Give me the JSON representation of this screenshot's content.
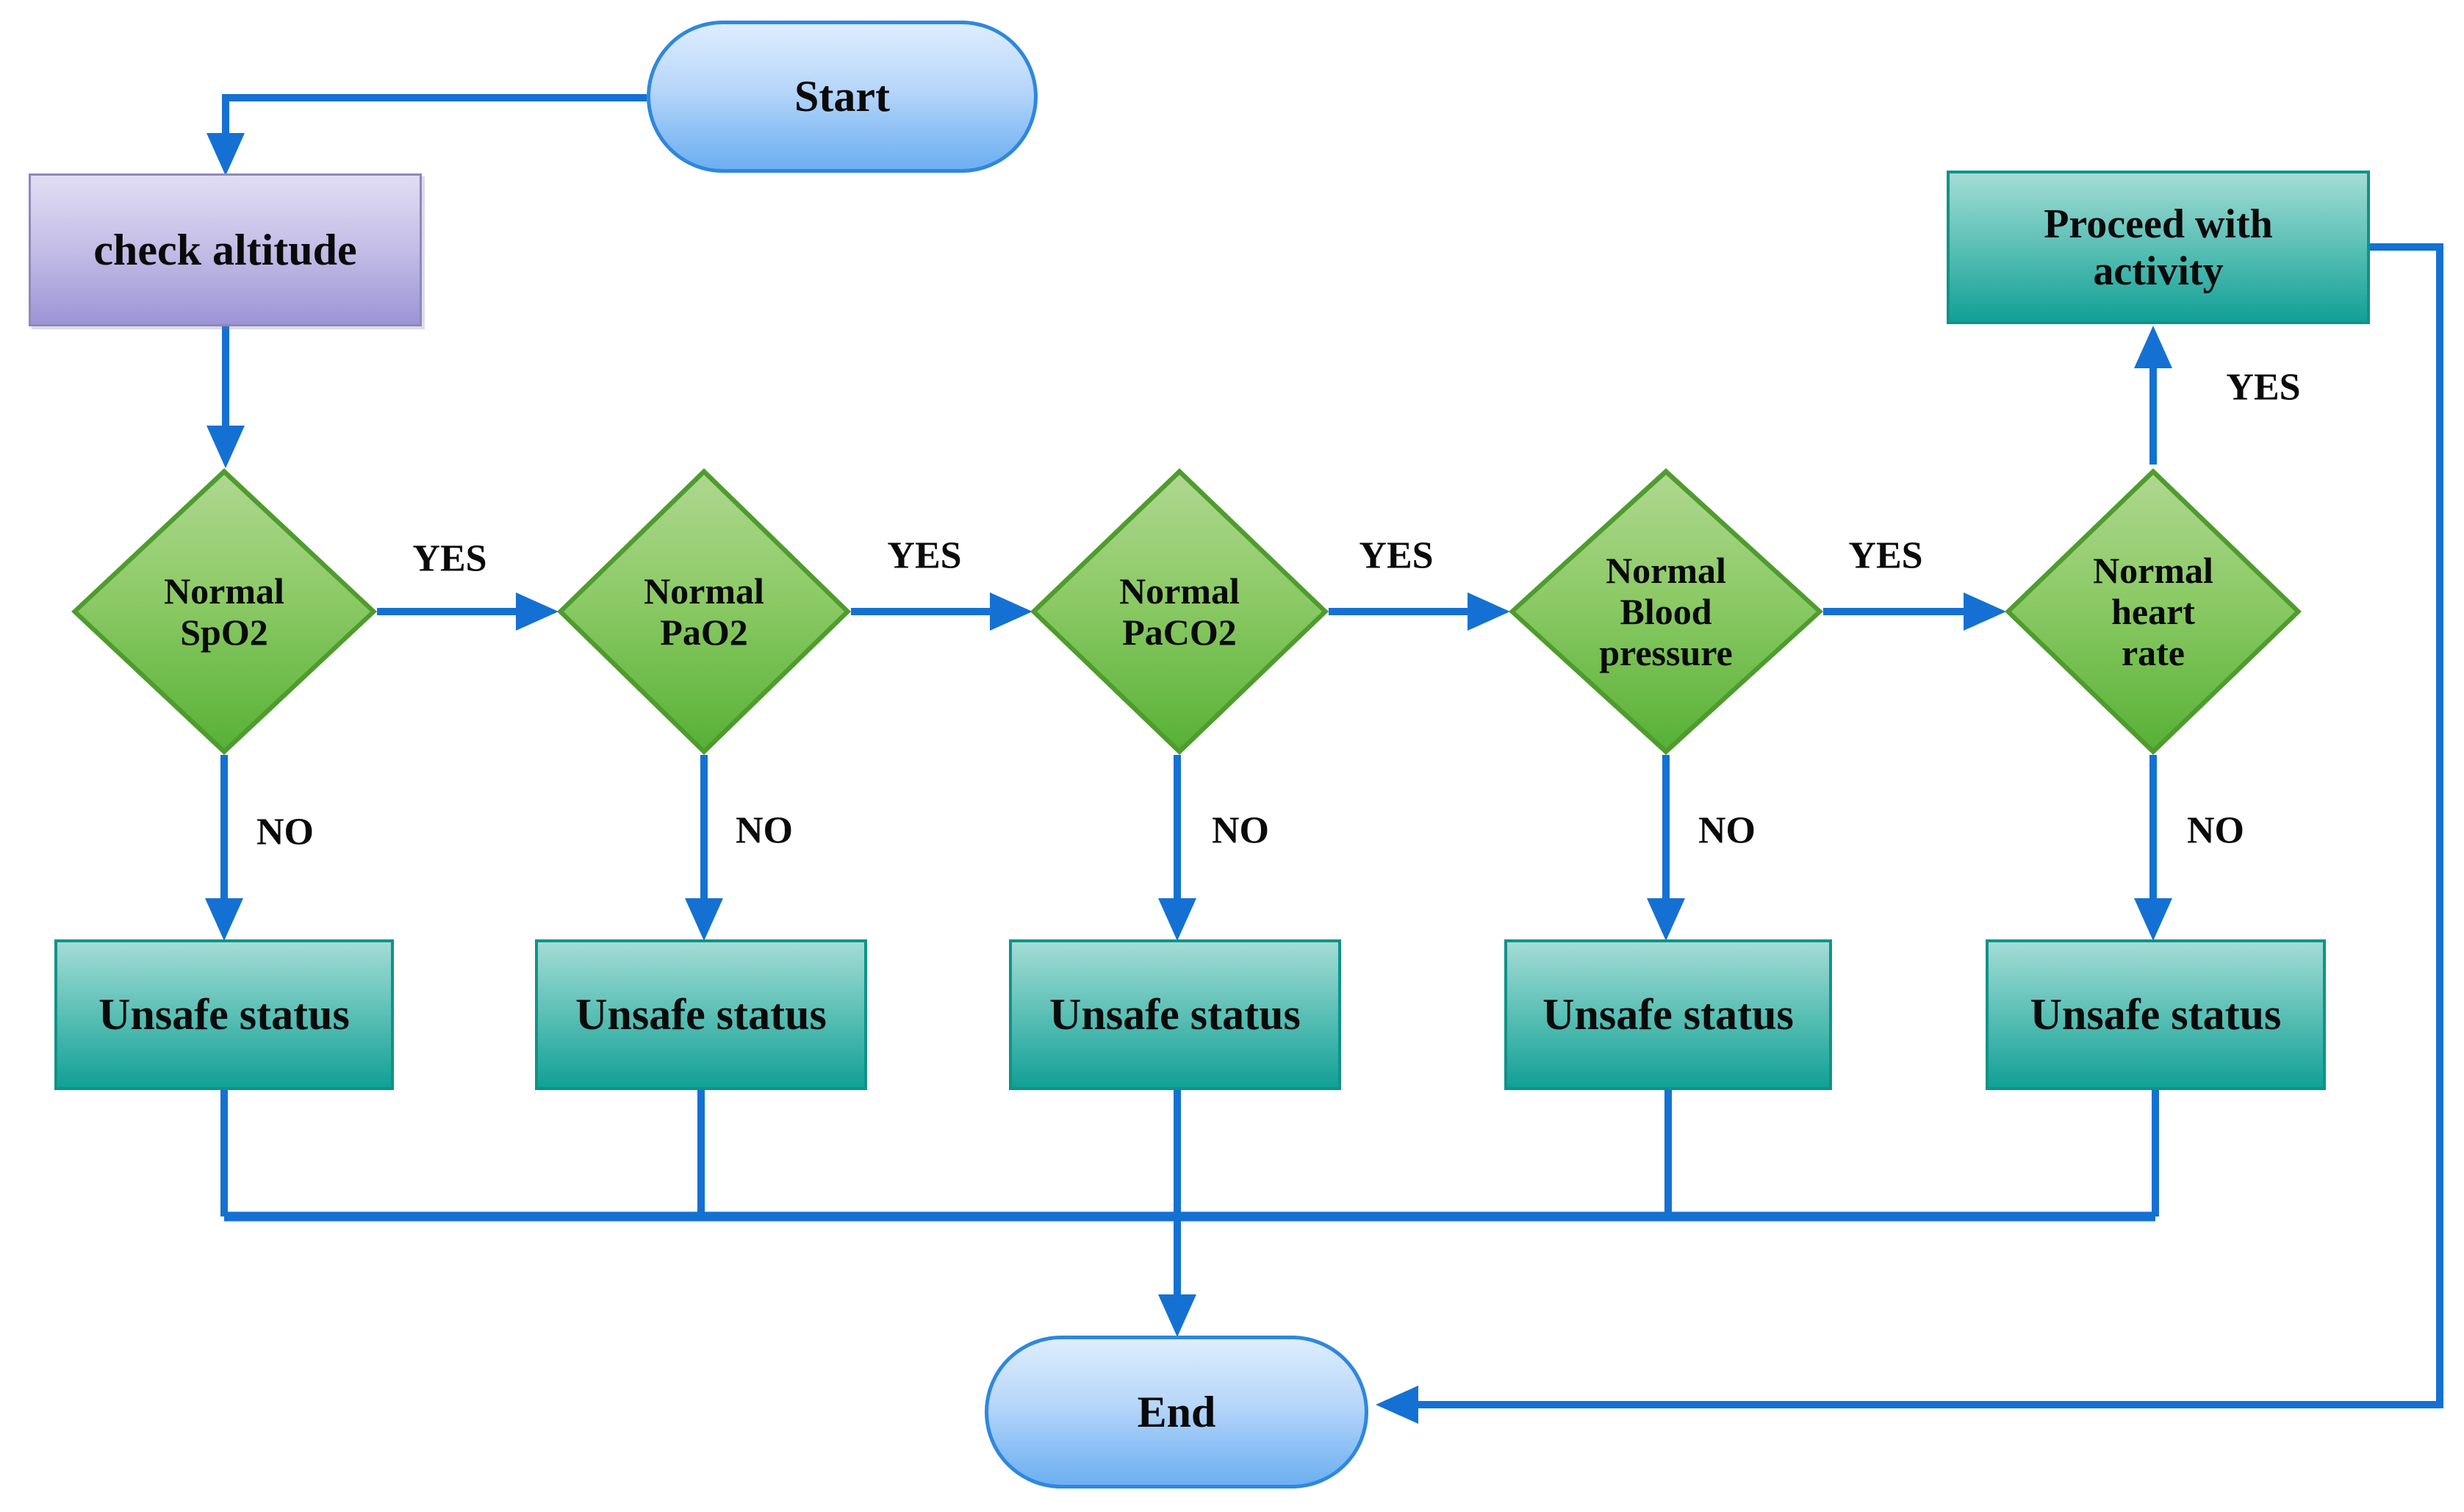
{
  "diagram": {
    "type": "flowchart",
    "labels": {
      "yes": "YES",
      "no": "NO"
    },
    "nodes": {
      "start": {
        "label": "Start",
        "shape": "terminator"
      },
      "check_altitude": {
        "label": "check altitude",
        "shape": "process"
      },
      "decision_spo2": {
        "label": "Normal\nSpO2",
        "shape": "decision"
      },
      "decision_pao2": {
        "label": "Normal\nPaO2",
        "shape": "decision"
      },
      "decision_paco2": {
        "label": "Normal\nPaCO2",
        "shape": "decision"
      },
      "decision_blood_pressure": {
        "label": "Normal\nBlood\npressure",
        "shape": "decision"
      },
      "decision_heart_rate": {
        "label": "Normal\nheart\nrate",
        "shape": "decision"
      },
      "proceed_with_activity": {
        "label": "Proceed with\nactivity",
        "shape": "process"
      },
      "unsafe_spo2": {
        "label": "Unsafe status",
        "shape": "process"
      },
      "unsafe_pao2": {
        "label": "Unsafe status",
        "shape": "process"
      },
      "unsafe_paco2": {
        "label": "Unsafe status",
        "shape": "process"
      },
      "unsafe_blood_pressure": {
        "label": "Unsafe status",
        "shape": "process"
      },
      "unsafe_heart_rate": {
        "label": "Unsafe status",
        "shape": "process"
      },
      "end": {
        "label": "End",
        "shape": "terminator"
      }
    },
    "colors": {
      "connector_blue": "#1471d3",
      "terminator_fill_top": "#ddedfd",
      "terminator_fill_bottom": "#6daff1",
      "terminator_border": "#2f87de",
      "process_fill_top": "#e0ddf3",
      "process_fill_bottom": "#9c94d6",
      "process_border": "#8d88ba",
      "decision_fill_top": "#aed78f",
      "decision_fill_bottom": "#58b136",
      "decision_border": "#4f9c2e",
      "status_fill_top": "#a3dcd5",
      "status_fill_bottom": "#12a096",
      "status_border": "#0f9389"
    }
  }
}
